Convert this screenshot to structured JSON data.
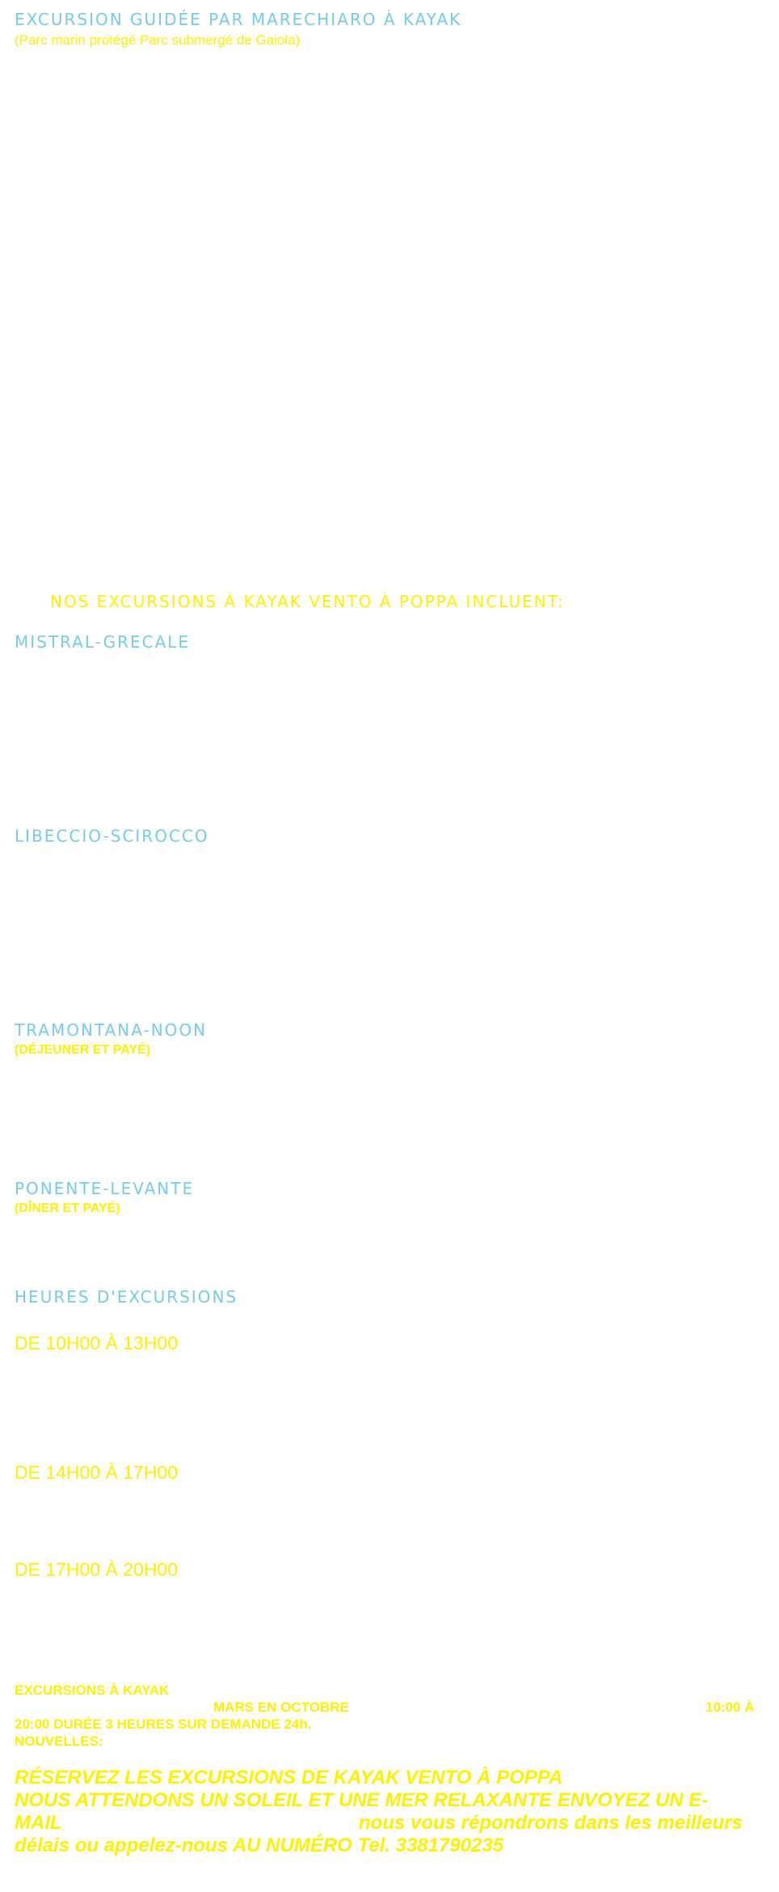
{
  "header": {
    "title": "EXCURSION GUIDÉE PAR MARECHIARO À KAYAK",
    "subtitle": "(Parc marin protégé Parc submergé de Gaiola)"
  },
  "includes_heading": "NOS EXCURSIONS À KAYAK VENTO À POPPA INCLUENT:",
  "packages": [
    {
      "name": "MISTRAL-GRECALE",
      "note": ""
    },
    {
      "name": "LIBECCIO-SCIROCCO",
      "note": ""
    },
    {
      "name": "TRAMONTANA-NOON",
      "note": "(DÉJEUNER ET PAYÉ)"
    },
    {
      "name": "PONENTE-LEVANTE",
      "note": "(DÎNER ET PAYÉ)"
    }
  ],
  "hours": {
    "heading": "HEURES D'EXCURSIONS",
    "slots": [
      "DE 10H00 À 13H00",
      "DE 14H00 À 17H00",
      "DE 17H00 À 20H00"
    ]
  },
  "info": {
    "line1": "EXCURSIONS À KAYAK",
    "months": "MARS EN OCTOBRE",
    "time_start": "10:00 À",
    "line3": "20:00 DURÉE 3 HEURES SUR DEMANDE 24h.",
    "line4": "NOUVELLES:"
  },
  "cta": {
    "line1": "RÉSERVEZ LES EXCURSIONS DE KAYAK VENTO À POPPA",
    "line2": "NOUS ATTENDONS UN SOLEIL ET UNE MER RELAXANTE ENVOYEZ UN E-",
    "line3a": "MAIL",
    "line3b": "nous vous répondrons dans les meilleurs",
    "line4": "délais ou appelez-nous AU NUMÉRO Tel. 3381790235"
  },
  "colors": {
    "heading_blue": "#75cbe8",
    "text_yellow": "#ffef00",
    "background": "#ffffff"
  }
}
